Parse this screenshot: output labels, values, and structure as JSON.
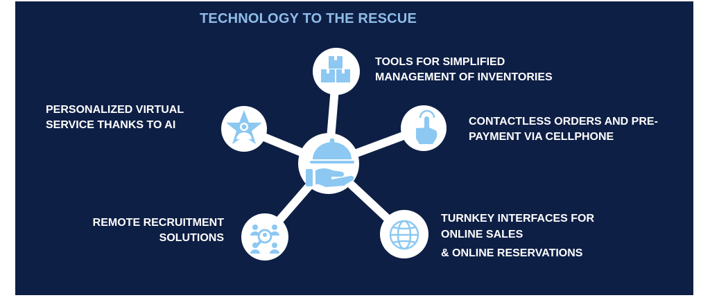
{
  "title": "TECHNOLOGY TO THE RESCUE",
  "colors": {
    "background": "#0e1f45",
    "title": "#8fbde8",
    "node": "#ffffff",
    "icon": "#8cc8f2"
  },
  "center_icon": "serving-cloche-hand-icon",
  "nodes": [
    {
      "id": "inventory",
      "icon": "boxes-icon",
      "lines": [
        "TOOLS FOR SIMPLIFIED",
        "MANAGEMENT OF INVENTORIES"
      ]
    },
    {
      "id": "contactless",
      "icon": "hand-tap-icon",
      "lines": [
        "CONTACTLESS ORDERS AND PRE-",
        "PAYMENT VIA CELLPHONE"
      ]
    },
    {
      "id": "online",
      "icon": "globe-icon",
      "lines": [
        "TURNKEY INTERFACES FOR",
        "ONLINE SALES",
        "& ONLINE RESERVATIONS"
      ]
    },
    {
      "id": "recruitment",
      "icon": "people-search-icon",
      "lines": [
        "REMOTE RECRUITMENT",
        "SOLUTIONS"
      ]
    },
    {
      "id": "ai",
      "icon": "star-person-icon",
      "lines": [
        "PERSONALIZED VIRTUAL",
        "SERVICE THANKS TO AI"
      ]
    }
  ]
}
